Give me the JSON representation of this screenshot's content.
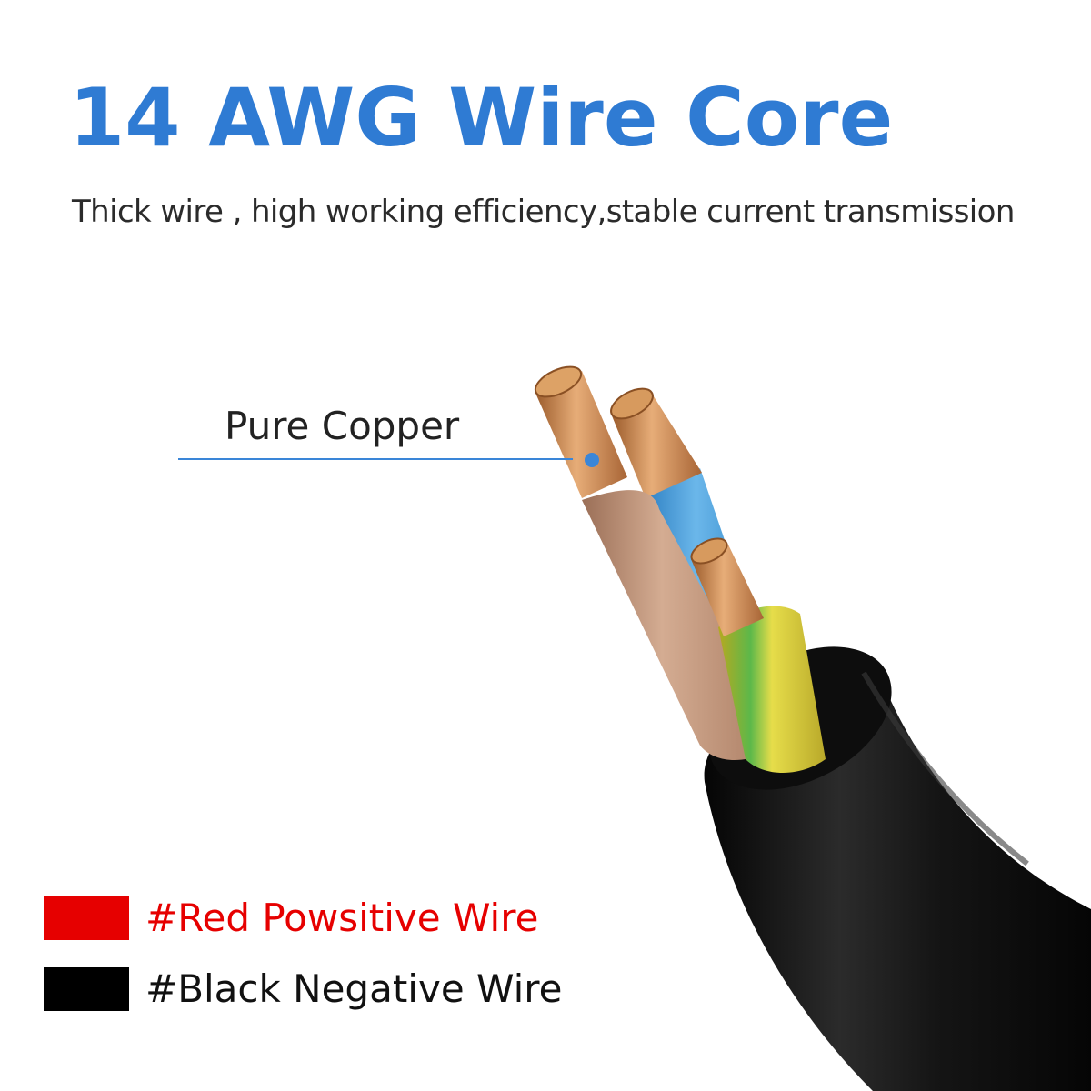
{
  "header": {
    "title": "14 AWG Wire Core",
    "subtitle": "Thick wire , high working efficiency,stable current transmission"
  },
  "callout": {
    "label": "Pure Copper"
  },
  "legend": [
    {
      "label": "#Red Powsitive Wire",
      "color": "#e60000"
    },
    {
      "label": "#Black Negative Wire",
      "color": "#000000"
    }
  ],
  "colors": {
    "title": "#2f7bd3",
    "callout_line": "#3a86d8",
    "cable_jacket": "#121212",
    "copper": "#c98850",
    "brown_insulation": "#c39a7f",
    "blue_insulation": "#3d9ad9",
    "yellow_green_insulation": "#d8c93a"
  }
}
